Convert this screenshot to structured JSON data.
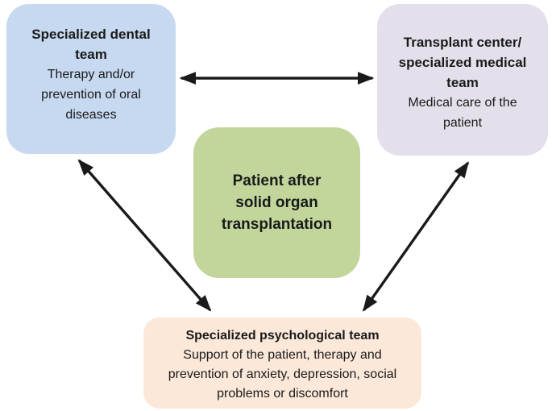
{
  "diagram": {
    "background": "#FFFFFF",
    "text_color": "#1A1A1A",
    "boxes": {
      "dental": {
        "title": "Specialized dental\nteam",
        "body": "Therapy and/or\nprevention of oral\ndiseases",
        "color": "#C6D9F0"
      },
      "medical": {
        "title": "Transplant center/\nspecialized medical\nteam",
        "body": "Medical care of the\npatient",
        "color": "#E4E0EB"
      },
      "patient": {
        "title": "Patient after\nsolid organ\ntransplantation",
        "color": "#C2D69C"
      },
      "psychological": {
        "title": "Specialized psychological team",
        "body": "Support of the patient, therapy and\nprevention of anxiety, depression, social\nproblems or discomfort",
        "color": "#FBE8D9"
      }
    },
    "arrows": {
      "color": "#1A1A1A",
      "connections": [
        {
          "name": "dental-medical",
          "type": "double-headed"
        },
        {
          "name": "dental-psychological",
          "type": "double-headed"
        },
        {
          "name": "medical-psychological",
          "type": "double-headed"
        }
      ]
    }
  }
}
